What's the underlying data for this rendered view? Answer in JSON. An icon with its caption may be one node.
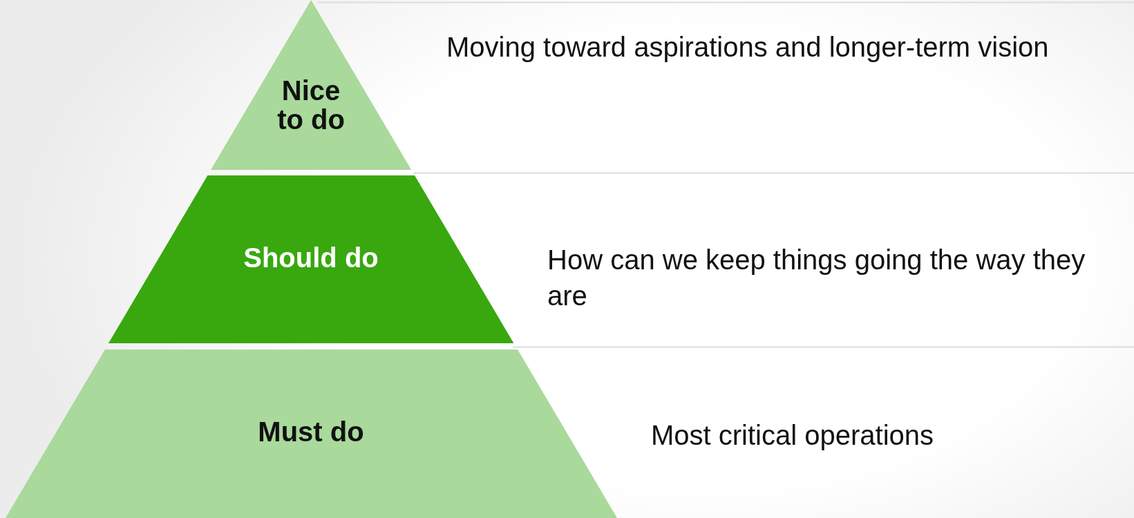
{
  "diagram": {
    "nodes": [
      {
        "text": [
          "Nice to do"
        ],
        "beside": [
          "Moving toward aspirations and longer-term vision"
        ]
      },
      {
        "text": [
          "Should do"
        ],
        "beside": [
          "How can we keep things going the way they are"
        ]
      },
      {
        "text": [
          "Must do"
        ],
        "beside": [
          "Most critical operations"
        ]
      }
    ]
  }
}
